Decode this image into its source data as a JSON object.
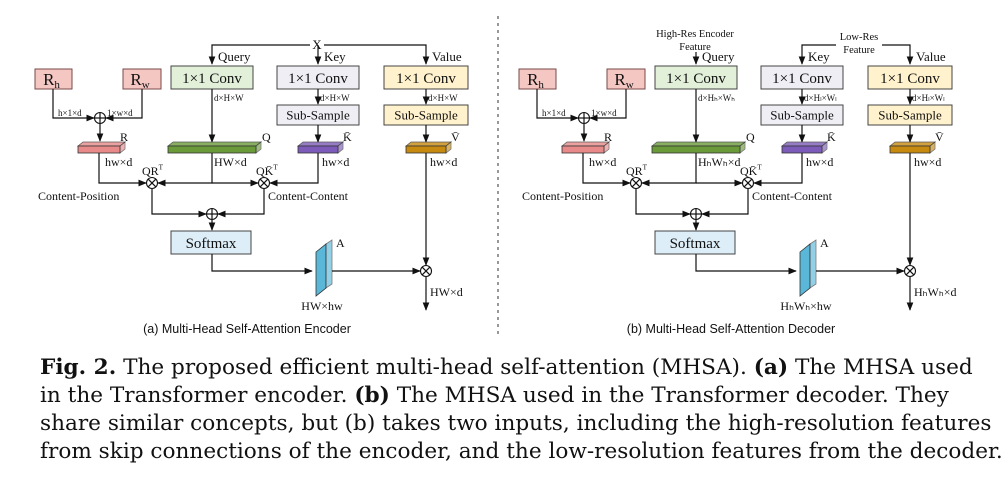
{
  "panels": [
    {
      "caption": "(a) Multi-Head Self-Attention Encoder",
      "input_label": "X",
      "query_label": "Query",
      "key_label": "Key",
      "value_label": "Value",
      "rh": [
        "R",
        "h"
      ],
      "rw": [
        "R",
        "w"
      ],
      "rh_dim": "h×1×d",
      "rw_dim": "1×w×d",
      "r_label": "R",
      "conv_q": "1×1 Conv",
      "conv_k": "1×1 Conv",
      "conv_v": "1×1 Conv",
      "q_dim_small": "d×H×W",
      "k_dim_small": "d×H×W",
      "v_dim_small": "d×H×W",
      "subsample_k": "Sub-Sample",
      "subsample_v": "Sub-Sample",
      "q_label": "Q",
      "kbar_label": "K̄",
      "vbar_label": "V̄",
      "r_dim": "hw×d",
      "q_dim": "HW×d",
      "k_dim": "hw×d",
      "v_dim": "hw×d",
      "qr_label": "QR",
      "qk_label": "QK̄",
      "transpose": "T",
      "content_position": "Content-Position",
      "content_content": "Content-Content",
      "softmax": "Softmax",
      "a_label": "A",
      "a_dim": "HW×hw",
      "out_dim": "HW×d"
    },
    {
      "caption": "(b) Multi-Head Self-Attention Decoder",
      "hires_label": "High-Res Encoder\nFeature",
      "lowres_label": "Low-Res\nFeature",
      "query_label": "Query",
      "key_label": "Key",
      "value_label": "Value",
      "rh": [
        "R",
        "h"
      ],
      "rw": [
        "R",
        "w"
      ],
      "rh_dim": "h×1×d",
      "rw_dim": "1×w×d",
      "r_label": "R",
      "conv_q": "1×1 Conv",
      "conv_k": "1×1 Conv",
      "conv_v": "1×1 Conv",
      "q_dim_small": "d×Hₕ×Wₕ",
      "k_dim_small": "d×Hₗ×Wₗ",
      "v_dim_small": "d×Hₗ×Wₗ",
      "subsample_k": "Sub-Sample",
      "subsample_v": "Sub-Sample",
      "q_label": "Q",
      "kbar_label": "K̄",
      "vbar_label": "V̄",
      "r_dim": "hw×d",
      "q_dim": "HₕWₕ×d",
      "k_dim": "hw×d",
      "v_dim": "hw×d",
      "qr_label": "QR",
      "qk_label": "QK̄",
      "transpose": "T",
      "content_position": "Content-Position",
      "content_content": "Content-Content",
      "softmax": "Softmax",
      "a_label": "A",
      "a_dim": "HₕWₕ×hw",
      "out_dim": "HₕWₕ×d"
    }
  ],
  "caption": {
    "fig": "Fig. 2.",
    "line1": " The proposed efficient multi-head self-attention (MHSA). ",
    "a_bold": "(a)",
    "line1b": " The MHSA used",
    "line2a": "in the Transformer encoder. ",
    "b_bold": "(b)",
    "line2b": " The MHSA used in the Transformer decoder. They",
    "line3": "share similar concepts, but (b) takes two inputs, including the high-resolution features",
    "line4": "from skip connections of the encoder, and the low-resolution features from the decoder."
  },
  "colors": {
    "r_box": "#f4c7c3",
    "r_border": "#7a4a4a",
    "conv_q": "#e2efd9",
    "conv_v": "#fff2cc",
    "conv_k": "#eeeef4",
    "softmax": "#ddeef8",
    "r_bar": "#e88a8a",
    "q_bar": "#6a9a3a",
    "k_bar": "#7c5cb8",
    "v_bar": "#c68a10",
    "a_slab": "#5bb7d8"
  }
}
